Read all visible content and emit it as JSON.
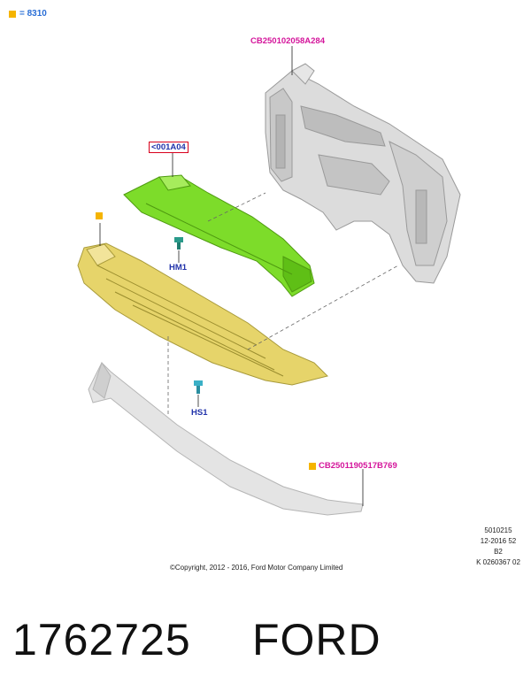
{
  "legend": {
    "label": "= 8310",
    "marker_color": "#f5b400"
  },
  "callouts": {
    "radiator_support": "CB250102058A284",
    "reinforcement": "<001A04",
    "fastener_hm1": "HM1",
    "fastener_hs1": "HS1",
    "lower_grille": "CB2501190517B769"
  },
  "stamp": [
    "5010215",
    "12-2016 52",
    "B2",
    "K 0260367 02"
  ],
  "copyright": "©Copyright, 2012 - 2016, Ford Motor Company Limited",
  "part_number": "1762725",
  "brand": "FORD",
  "colors": {
    "callout_magenta": "#d4159b",
    "callout_blue": "#2233aa",
    "highlight_green": "#7ddc2a",
    "highlight_yellow": "#e6d46a",
    "marker_orange": "#f5b400"
  }
}
